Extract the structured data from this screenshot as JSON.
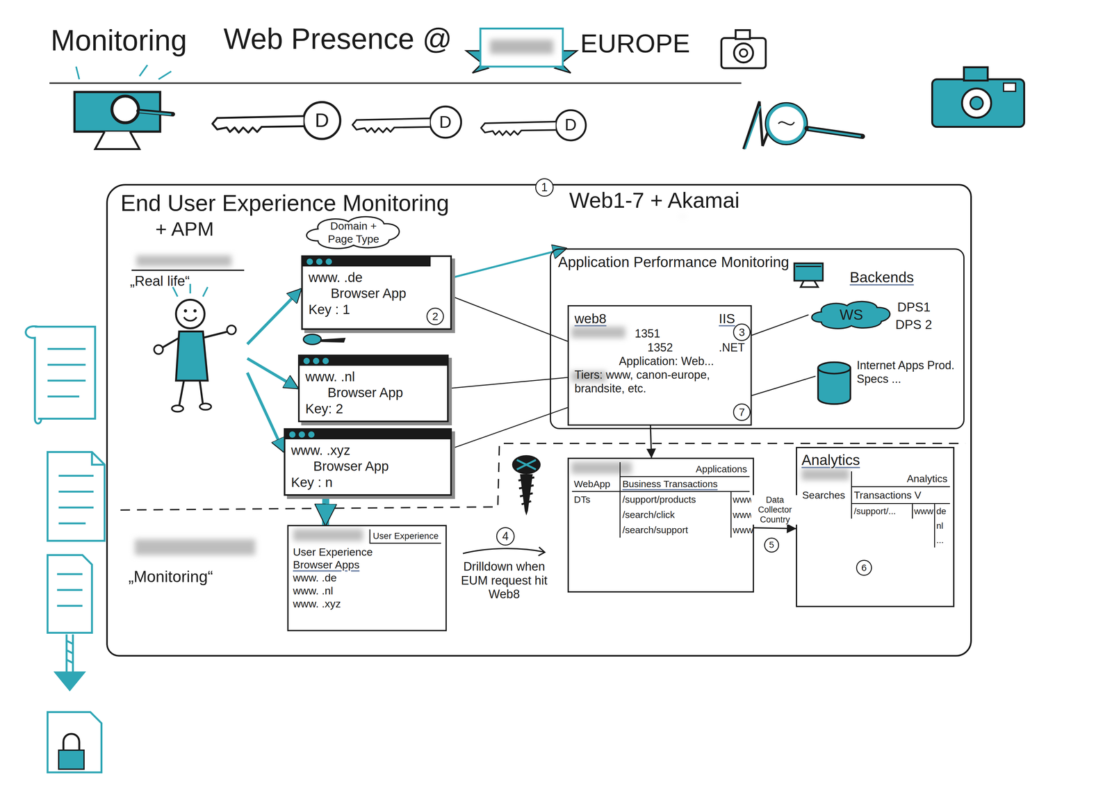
{
  "diagram": {
    "title": "Monitoring",
    "nodes": [
      {
        "text": [
          "End User Experience Monitoring",
          "+ APM"
        ]
      },
      {
        "text": [
          "„Real life“"
        ],
        "in": 0
      },
      {
        "text": [
          "Domain + Page Type"
        ],
        "in": 0
      },
      {
        "text": [
          "www. .de",
          "Browser App",
          "Key : 1"
        ],
        "in": 0
      },
      {
        "text": [
          "www. .nl",
          "Browser App",
          "Key: 2"
        ],
        "in": 0
      },
      {
        "text": [
          "www. .xyz",
          "Browser App",
          "Key : n"
        ],
        "in": 0
      },
      {
        "text": [
          "Application Performance Monitoring"
        ],
        "in": 0
      },
      {
        "text": [
          "web8",
          "IIS",
          "1351",
          "1352",
          ".NET",
          "Application: Web...",
          "Tiers: www, canon-europe, brandsite, etc."
        ],
        "in": 6
      },
      {
        "text": [
          "WS"
        ],
        "in": 6
      },
      {
        "text": [
          "Internet Apps Prod. Specs ..."
        ],
        "in": 6
      },
      {
        "text": [
          "Applications",
          "WebApp",
          "Business Transactions",
          "DTs",
          "/support/products",
          "www",
          "/search/click",
          "www",
          "/search/support",
          "www"
        ],
        "in": 0
      },
      {
        "text": [
          "Analytics",
          "Analytics",
          "Searches",
          "Transactions V",
          "/support/...",
          "www",
          "de",
          "nl",
          "..."
        ],
        "in": 0
      },
      {
        "text": [
          "User Experience",
          "User Experience",
          "Browser Apps",
          "www. .de",
          "www. .nl",
          "www. .xyz"
        ],
        "in": 0
      }
    ],
    "edges": [
      {
        "from": 1,
        "to": 3,
        "arrow": "to"
      },
      {
        "from": 1,
        "to": 4,
        "arrow": "to"
      },
      {
        "from": 1,
        "to": 5,
        "arrow": "to"
      },
      {
        "from": 3,
        "to": 6,
        "arrow": "to"
      },
      {
        "from": 3,
        "to": 7,
        "arrow": "none"
      },
      {
        "from": 4,
        "to": 7,
        "arrow": "none"
      },
      {
        "from": 5,
        "to": 7,
        "arrow": "none"
      },
      {
        "from": 5,
        "to": 12,
        "arrow": "to"
      },
      {
        "from": 7,
        "to": 8,
        "arrow": "none"
      },
      {
        "from": 7,
        "to": 9,
        "arrow": "none"
      },
      {
        "from": 7,
        "to": 10,
        "arrow": "to"
      },
      {
        "from": 10,
        "to": 11,
        "arrow": "to",
        "label": "Data Collector Country"
      }
    ],
    "labels": [
      "Web Presence @",
      "EUROPE",
      "1",
      "Web1-7 + Akamai",
      "2",
      "3",
      "7",
      "Backends",
      "DPS1",
      "DPS 2",
      "„Monitoring“",
      "4",
      "Drilldown when EUM request hit Web8",
      "5",
      "6",
      "D",
      "D",
      "D"
    ]
  }
}
